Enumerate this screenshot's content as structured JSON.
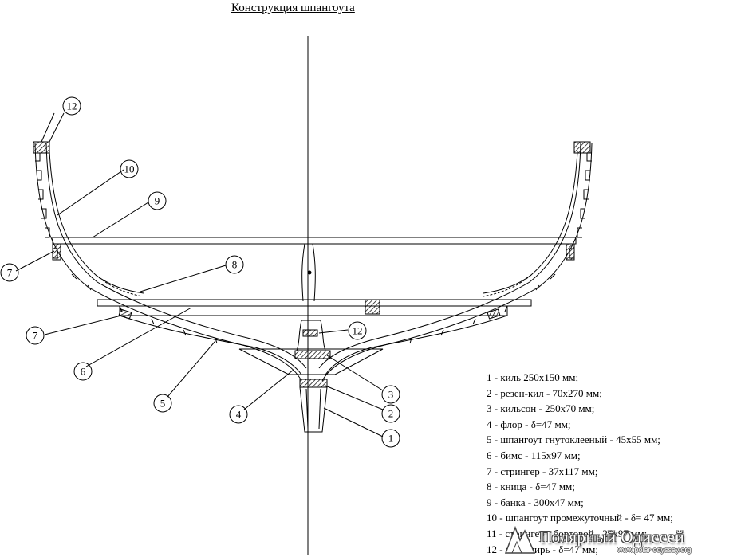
{
  "title": "Конструкция шпангоута",
  "callouts": [
    "1",
    "2",
    "3",
    "4",
    "5",
    "6",
    "7",
    "7",
    "8",
    "9",
    "10",
    "12",
    "12"
  ],
  "legend": [
    "1 - киль 250х150 мм;",
    "2 - резен-кил - 70х270 мм;",
    "3 - кильсон - 250х70 мм;",
    "4 - флор - δ=47 мм;",
    "5 - шпангоут гнутоклееный - 45х55 мм;",
    "6 -  бимс - 115х97 мм;",
    "7 - стрингер - 37х117 мм;",
    "8 - кница - δ=47 мм;",
    "9 - банка - 300х47 мм;",
    "10 - шпангоут промежуточный - δ= 47 мм;",
    "11 - стрингер - бортовой - 25х97 мм;",
    "12 - планширь - δ=47 мм;"
  ],
  "watermark": {
    "title": "Полярный Одиссей",
    "url": "www.polar-odyssey.org"
  }
}
